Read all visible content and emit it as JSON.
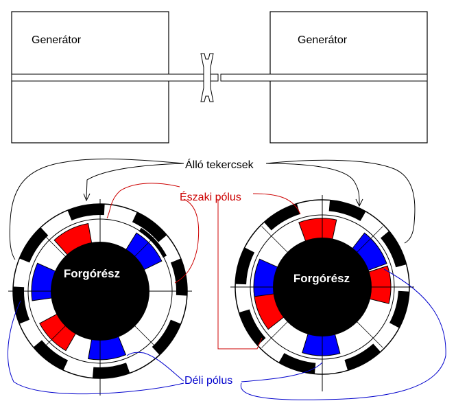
{
  "generators": {
    "left_label": "Generátor",
    "right_label": "Generátor"
  },
  "labels": {
    "stator_coils": "Álló tekercsek",
    "north_pole": "Északi pólus",
    "south_pole": "Déli pólus",
    "rotor_left": "Forgórész",
    "rotor_right": "Forgórész"
  },
  "colors": {
    "background": "#ffffff",
    "stroke": "#000000",
    "coil": "#000000",
    "north_pole": "#ff0000",
    "south_pole": "#0000ff",
    "north_leader": "#cc0000",
    "south_leader": "#0000cc",
    "label_text": "#000000",
    "rotor_text": "#ffffff"
  }
}
